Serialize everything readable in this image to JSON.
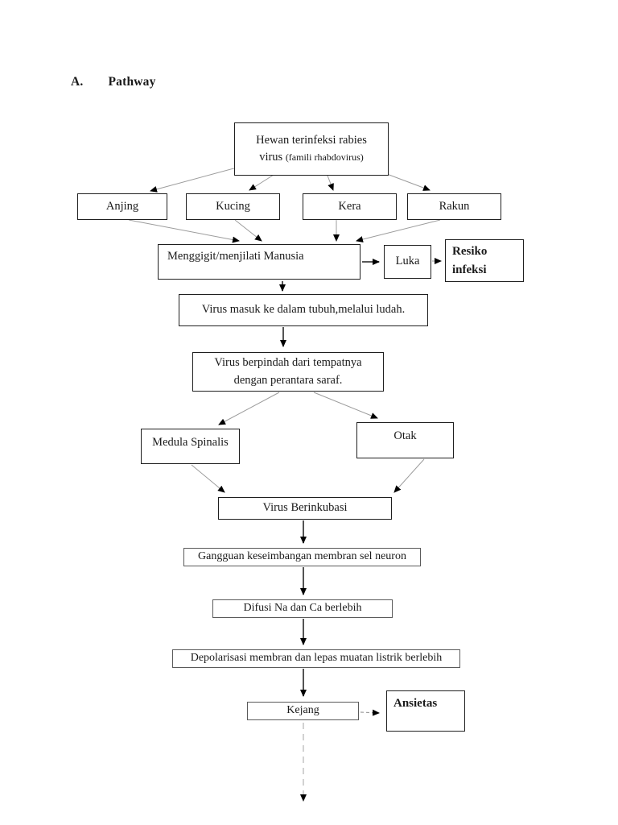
{
  "page": {
    "title_letter": "A.",
    "title": "Pathway"
  },
  "nodes": {
    "hewan": {
      "line1": "Hewan terinfeksi rabies",
      "line2_main": "virus",
      "line2_small": "(famili rhabdovirus)"
    },
    "anjing": {
      "label": "Anjing"
    },
    "kucing": {
      "label": "Kucing"
    },
    "kera": {
      "label": "Kera"
    },
    "rakun": {
      "label": "Rakun"
    },
    "menggigit": {
      "label": "Menggigit/menjilati Manusia"
    },
    "luka": {
      "label": "Luka"
    },
    "resiko": {
      "label": "Resiko infeksi"
    },
    "virus_masuk": {
      "label": "Virus masuk ke dalam tubuh,melalui ludah."
    },
    "virus_berpindah": {
      "line1": "Virus berpindah dari tempatnya",
      "line2": "dengan perantara saraf."
    },
    "medula": {
      "label": "Medula Spinalis"
    },
    "otak": {
      "label": "Otak"
    },
    "inkubasi": {
      "label": "Virus Berinkubasi"
    },
    "gangguan": {
      "label": "Gangguan keseimbangan membran sel neuron"
    },
    "difusi": {
      "label": "Difusi Na dan Ca berlebih"
    },
    "depolarisasi": {
      "label": "Depolarisasi membran dan lepas muatan listrik berlebih"
    },
    "kejang": {
      "label": "Kejang"
    },
    "ansietas": {
      "label": "Ansietas"
    }
  },
  "edges": [
    {
      "from": "hewan",
      "to": "anjing",
      "style": "light"
    },
    {
      "from": "hewan",
      "to": "kucing",
      "style": "light"
    },
    {
      "from": "hewan",
      "to": "kera",
      "style": "light"
    },
    {
      "from": "hewan",
      "to": "rakun",
      "style": "light"
    },
    {
      "from": "anjing",
      "to": "menggigit",
      "style": "light"
    },
    {
      "from": "kucing",
      "to": "menggigit",
      "style": "light"
    },
    {
      "from": "kera",
      "to": "menggigit",
      "style": "light"
    },
    {
      "from": "rakun",
      "to": "menggigit",
      "style": "light"
    },
    {
      "from": "menggigit",
      "to": "luka",
      "style": "dark"
    },
    {
      "from": "luka",
      "to": "resiko",
      "style": "light"
    },
    {
      "from": "menggigit",
      "to": "virus_masuk",
      "style": "dark"
    },
    {
      "from": "virus_masuk",
      "to": "virus_berpindah",
      "style": "dark"
    },
    {
      "from": "virus_berpindah",
      "to": "medula",
      "style": "light"
    },
    {
      "from": "virus_berpindah",
      "to": "otak",
      "style": "light"
    },
    {
      "from": "medula",
      "to": "inkubasi",
      "style": "light"
    },
    {
      "from": "otak",
      "to": "inkubasi",
      "style": "light"
    },
    {
      "from": "inkubasi",
      "to": "gangguan",
      "style": "dark"
    },
    {
      "from": "gangguan",
      "to": "difusi",
      "style": "dark"
    },
    {
      "from": "difusi",
      "to": "depolarisasi",
      "style": "dark"
    },
    {
      "from": "depolarisasi",
      "to": "kejang",
      "style": "dark"
    },
    {
      "from": "kejang",
      "to": "ansietas",
      "style": "dashed"
    },
    {
      "from": "kejang",
      "to": "continuation-below",
      "style": "dashed-faint"
    }
  ],
  "colors": {
    "line_light": "#9c9c9c",
    "line_dark": "#404040",
    "line_faint": "#c6c6c6",
    "arrow_head": "#000000",
    "box_border": "#1f1f1f",
    "thin_border": "#5a5a5a",
    "page_bg": "#ffffff",
    "text": "#1a1a1a"
  }
}
